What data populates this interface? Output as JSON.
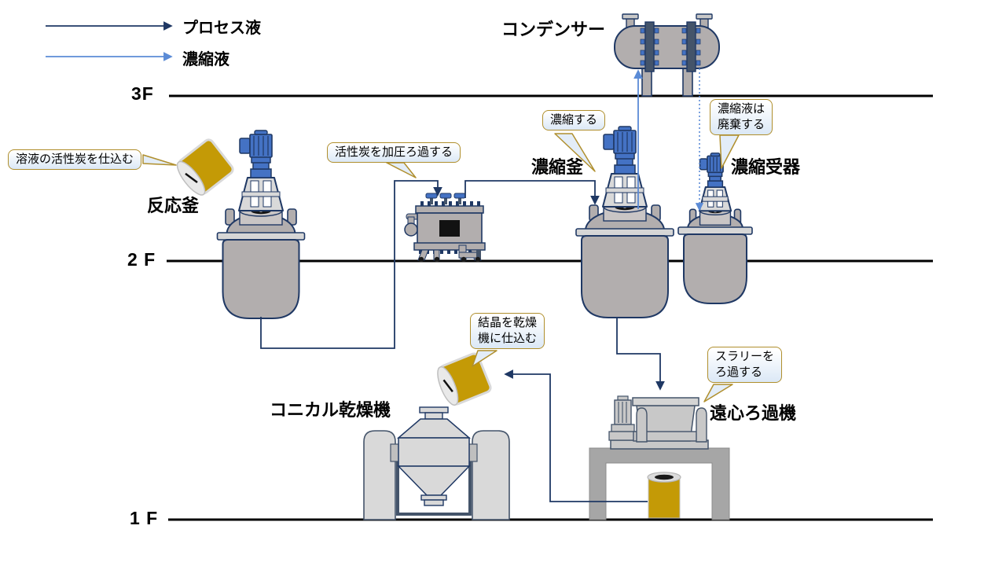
{
  "legend": {
    "items": [
      {
        "label": "プロセス液",
        "color": "#1F3864",
        "style": "solid"
      },
      {
        "label": "濃縮液",
        "color": "#5B8BD6",
        "style": "solid"
      }
    ]
  },
  "floors": [
    {
      "id": "3f",
      "label": "3F"
    },
    {
      "id": "2f",
      "label": "2 F"
    },
    {
      "id": "1f",
      "label": "1 F"
    }
  ],
  "equipment_labels": {
    "condenser": "コンデンサー",
    "reactor": "反応釜",
    "evaporator": "濃縮釜",
    "receiver": "濃縮受器",
    "conical_dryer": "コニカル乾燥機",
    "centrifuge": "遠心ろ過機"
  },
  "callouts": {
    "charge_carbon": {
      "lines": [
        "溶液の活性炭を仕込む"
      ]
    },
    "pressure_filtration": {
      "lines": [
        "活性炭を加圧ろ過する"
      ]
    },
    "concentrate": {
      "lines": [
        "濃縮する"
      ]
    },
    "discard_concentrate": {
      "lines": [
        "濃縮液は",
        "廃棄する"
      ]
    },
    "charge_dryer": {
      "lines": [
        "結晶を乾燥",
        "機に仕込む"
      ]
    },
    "filter_slurry": {
      "lines": [
        "スラリーを",
        "ろ過する"
      ]
    }
  },
  "colors": {
    "process_line": "#1F3864",
    "concentrate_line": "#5B8BD6",
    "outline": "#1F3864",
    "outline_soft": "#44546A",
    "motor_blue": "#4472C4",
    "vessel_gray": "#B2AEAE",
    "light_gray": "#D9D9D9",
    "mid_gray": "#C8C8C8",
    "table_gray": "#A6A6A6",
    "drum_gold": "#C49A06",
    "callout_border": "#B08F2D",
    "callout_fill": "#E3EDF8",
    "floor_line": "#000000"
  }
}
